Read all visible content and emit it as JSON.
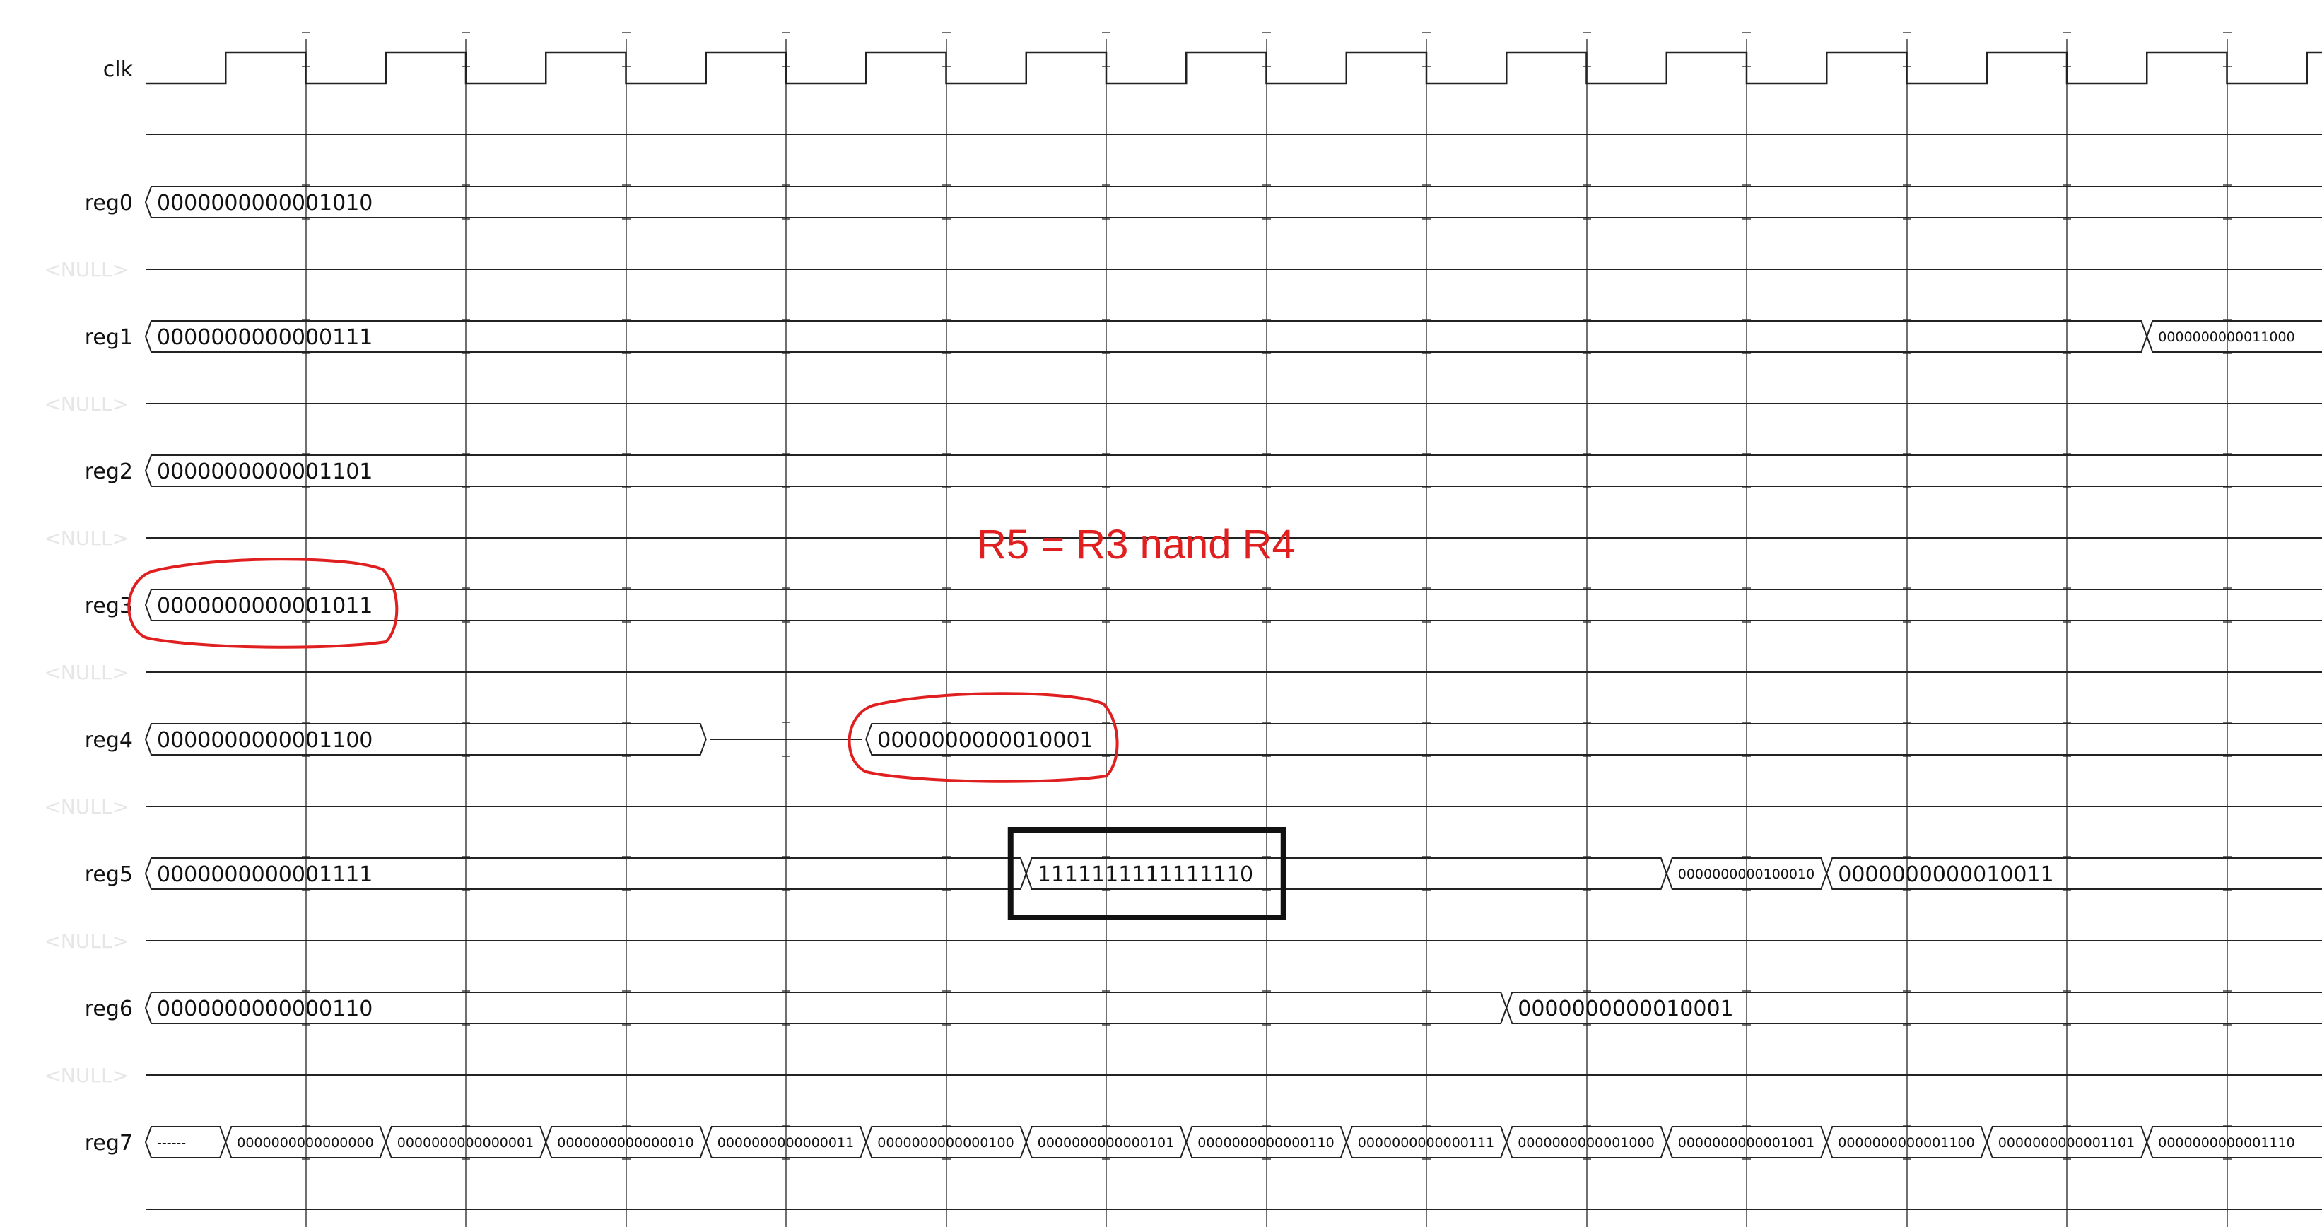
{
  "clk": {
    "label": "clk",
    "cycles": 14
  },
  "null_label": "<NULL>",
  "annotation": "R5 = R3 nand R4",
  "annotation_color": "#e02020",
  "highlight_color": "#111111",
  "signals": [
    {
      "name": "reg0",
      "segments": [
        {
          "from": 0,
          "to": 14,
          "value": "0000000000001010"
        }
      ]
    },
    {
      "name": "reg1",
      "segments": [
        {
          "from": 0,
          "to": 12.5,
          "value": "0000000000000111"
        },
        {
          "from": 12.5,
          "to": 14,
          "value": "0000000000011000"
        }
      ]
    },
    {
      "name": "reg2",
      "segments": [
        {
          "from": 0,
          "to": 14,
          "value": "0000000000001101"
        }
      ]
    },
    {
      "name": "reg3",
      "segments": [
        {
          "from": 0,
          "to": 14,
          "value": "0000000000001011"
        }
      ]
    },
    {
      "name": "reg4",
      "segments": [
        {
          "from": 0,
          "to": 3.5,
          "value": "0000000000001100"
        },
        {
          "from": 3.5,
          "to": 4.5,
          "value": "",
          "highz": true
        },
        {
          "from": 4.5,
          "to": 14,
          "value": "0000000000010001"
        }
      ]
    },
    {
      "name": "reg5",
      "segments": [
        {
          "from": 0,
          "to": 5.5,
          "value": "0000000000001111"
        },
        {
          "from": 5.5,
          "to": 9.5,
          "value": "1111111111111110"
        },
        {
          "from": 9.5,
          "to": 10.5,
          "value": "0000000000100010"
        },
        {
          "from": 10.5,
          "to": 14,
          "value": "0000000000010011"
        }
      ]
    },
    {
      "name": "reg6",
      "segments": [
        {
          "from": 0,
          "to": 8.5,
          "value": "0000000000000110"
        },
        {
          "from": 8.5,
          "to": 14,
          "value": "0000000000010001"
        }
      ]
    },
    {
      "name": "reg7",
      "segments": [
        {
          "from": 0,
          "to": 0.5,
          "value": "------"
        },
        {
          "from": 0.5,
          "to": 1.5,
          "value": "0000000000000000"
        },
        {
          "from": 1.5,
          "to": 2.5,
          "value": "0000000000000001"
        },
        {
          "from": 2.5,
          "to": 3.5,
          "value": "0000000000000010"
        },
        {
          "from": 3.5,
          "to": 4.5,
          "value": "0000000000000011"
        },
        {
          "from": 4.5,
          "to": 5.5,
          "value": "0000000000000100"
        },
        {
          "from": 5.5,
          "to": 6.5,
          "value": "0000000000000101"
        },
        {
          "from": 6.5,
          "to": 7.5,
          "value": "0000000000000110"
        },
        {
          "from": 7.5,
          "to": 8.5,
          "value": "0000000000000111"
        },
        {
          "from": 8.5,
          "to": 9.5,
          "value": "0000000000001000"
        },
        {
          "from": 9.5,
          "to": 10.5,
          "value": "0000000000001001"
        },
        {
          "from": 10.5,
          "to": 11.5,
          "value": "0000000000001100"
        },
        {
          "from": 11.5,
          "to": 12.5,
          "value": "0000000000001101"
        },
        {
          "from": 12.5,
          "to": 14,
          "value": "0000000000001110"
        }
      ]
    }
  ],
  "circled": [
    {
      "signal": "reg3",
      "segment": 0
    },
    {
      "signal": "reg4",
      "segment": 2
    }
  ],
  "boxed": [
    {
      "signal": "reg5",
      "segment": 1
    }
  ]
}
